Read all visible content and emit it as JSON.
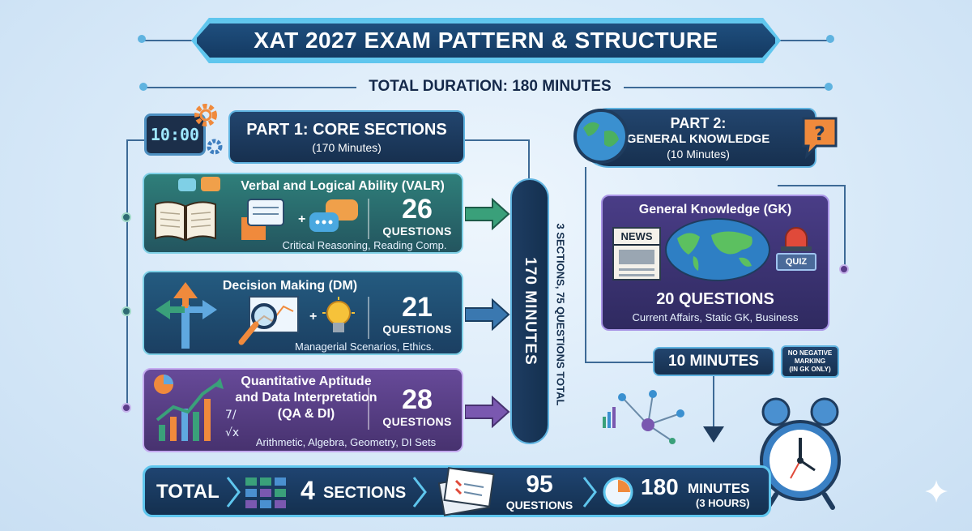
{
  "title": "XAT 2027 EXAM PATTERN & STRUCTURE",
  "duration": "TOTAL DURATION: 180 MINUTES",
  "part1": {
    "title": "PART 1: CORE SECTIONS",
    "sub": "(170 Minutes)",
    "clock_readout": "10:00"
  },
  "part2": {
    "title_line1": "PART 2:",
    "title_line2": "GENERAL KNOWLEDGE",
    "sub": "(10 Minutes)"
  },
  "sections": [
    {
      "title": "Verbal and Logical Ability (VALR)",
      "number": "26",
      "questions_label": "QUESTIONS",
      "topics": "Critical Reasoning, Reading Comp."
    },
    {
      "title": "Decision Making (DM)",
      "number": "21",
      "questions_label": "QUESTIONS",
      "topics": "Managerial Scenarios, Ethics."
    },
    {
      "title_line1": "Quantitative Aptitude",
      "title_line2": "and Data Interpretation",
      "title_line3": "(QA & DI)",
      "number": "28",
      "questions_label": "QUESTIONS",
      "topics": "Arithmetic, Algebra, Geometry, DI Sets"
    }
  ],
  "core_bar": {
    "minutes": "170 MINUTES",
    "summary": "3 SECTIONS, 75 QUESTIONS TOTAL"
  },
  "gk": {
    "title": "General Knowledge (GK)",
    "news_label": "NEWS",
    "quiz_label": "QUIZ",
    "questions": "20 QUESTIONS",
    "topics": "Current Affairs, Static GK, Business",
    "minutes": "10 MINUTES",
    "note_line1": "NO NEGATIVE",
    "note_line2": "MARKING",
    "note_line3": "(IN GK ONLY)"
  },
  "total": {
    "label": "TOTAL",
    "sections_num": "4",
    "sections_label": "SECTIONS",
    "questions_num": "95",
    "questions_label": "QUESTIONS",
    "minutes_num": "180",
    "minutes_label": "MINUTES",
    "hours": "(3 HOURS)"
  },
  "colors": {
    "navy": "#17304f",
    "border": "#5fb3e0",
    "valr": "#2f7f7a",
    "dm": "#245b80",
    "qa": "#674a99",
    "gk": "#4a3d87"
  }
}
